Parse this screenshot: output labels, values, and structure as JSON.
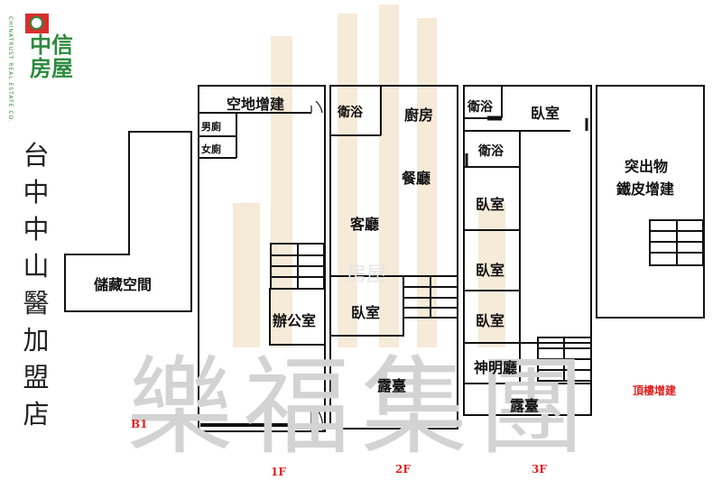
{
  "logo": {
    "brand": "中信房屋",
    "english": "CHINATRUST REAL ESTATE CO."
  },
  "location_title": "台中中山醫加盟店",
  "watermark": {
    "main": "樂福集團",
    "small": "房屋"
  },
  "floors": {
    "b1": {
      "label": "B1",
      "rooms": [
        "儲藏空間"
      ]
    },
    "f1": {
      "label": "1F",
      "rooms": [
        "空地增建",
        "男廁",
        "女廁",
        "辦公室"
      ]
    },
    "f2": {
      "label": "2F",
      "rooms": [
        "衛浴",
        "廚房",
        "餐廳",
        "客廳",
        "臥室",
        "露臺"
      ]
    },
    "f3": {
      "label": "3F",
      "rooms": [
        "衛浴",
        "臥室",
        "衛浴",
        "臥室",
        "臥室",
        "臥室",
        "神明廳",
        "露臺"
      ]
    },
    "roof": {
      "rooms": [
        "突出物",
        "鐵皮增建"
      ],
      "note": "頂樓增建"
    }
  },
  "colors": {
    "logo_green": "#2d8a3e",
    "logo_red": "#d5302c",
    "floor_label": "#e02020",
    "watermark": "#d3d3d3",
    "watermark_stripes": "#f6ead8"
  }
}
